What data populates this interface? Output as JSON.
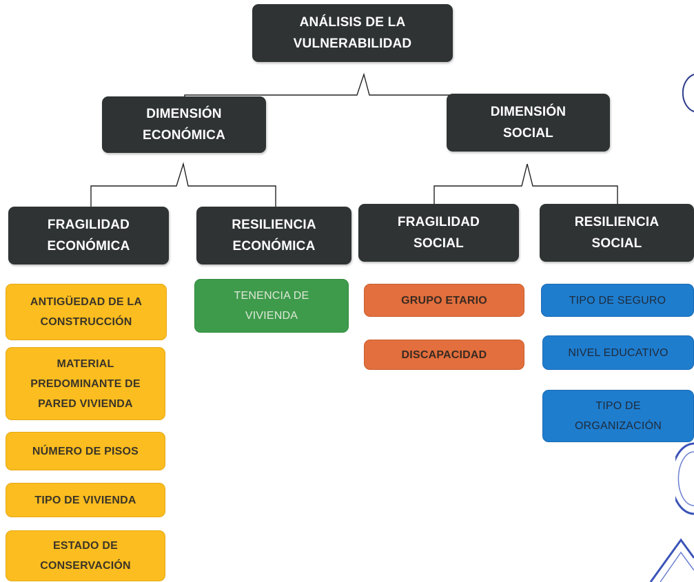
{
  "root": {
    "label": "ANÁLISIS DE LA\nVULNERABILIDAD"
  },
  "dimensions": {
    "economica": {
      "label": "DIMENSIÓN\nECONÓMICA"
    },
    "social": {
      "label": "DIMENSIÓN\nSOCIAL"
    }
  },
  "factors": {
    "fragilidad_economica": {
      "label": "FRAGILIDAD\nECONÓMICA"
    },
    "resiliencia_economica": {
      "label": "RESILIENCIA\nECONÓMICA"
    },
    "fragilidad_social": {
      "label": "FRAGILIDAD\nSOCIAL"
    },
    "resiliencia_social": {
      "label": "RESILIENCIA\nSOCIAL"
    }
  },
  "parameters": {
    "fragilidad_economica": [
      "ANTIGÜEDAD DE LA\nCONSTRUCCIÓN",
      "MATERIAL\nPREDOMINANTE DE\nPARED VIVIENDA",
      "NÚMERO DE PISOS",
      "TIPO DE VIVIENDA",
      "ESTADO DE\nCONSERVACIÓN"
    ],
    "resiliencia_economica": [
      "TENENCIA DE\nVIVIENDA"
    ],
    "fragilidad_social": [
      "GRUPO ETARIO",
      "DISCAPACIDAD"
    ],
    "resiliencia_social": [
      "TIPO DE SEGURO",
      "NIVEL EDUCATIVO",
      "TIPO DE\nORGANIZACIÓN"
    ]
  },
  "colors": {
    "dark_node": "#2f3333",
    "fragilidad_economica": "#fbbd1f",
    "resiliencia_economica": "#3e9b4c",
    "fragilidad_social": "#e26f3d",
    "resiliencia_social": "#1f7dce"
  }
}
